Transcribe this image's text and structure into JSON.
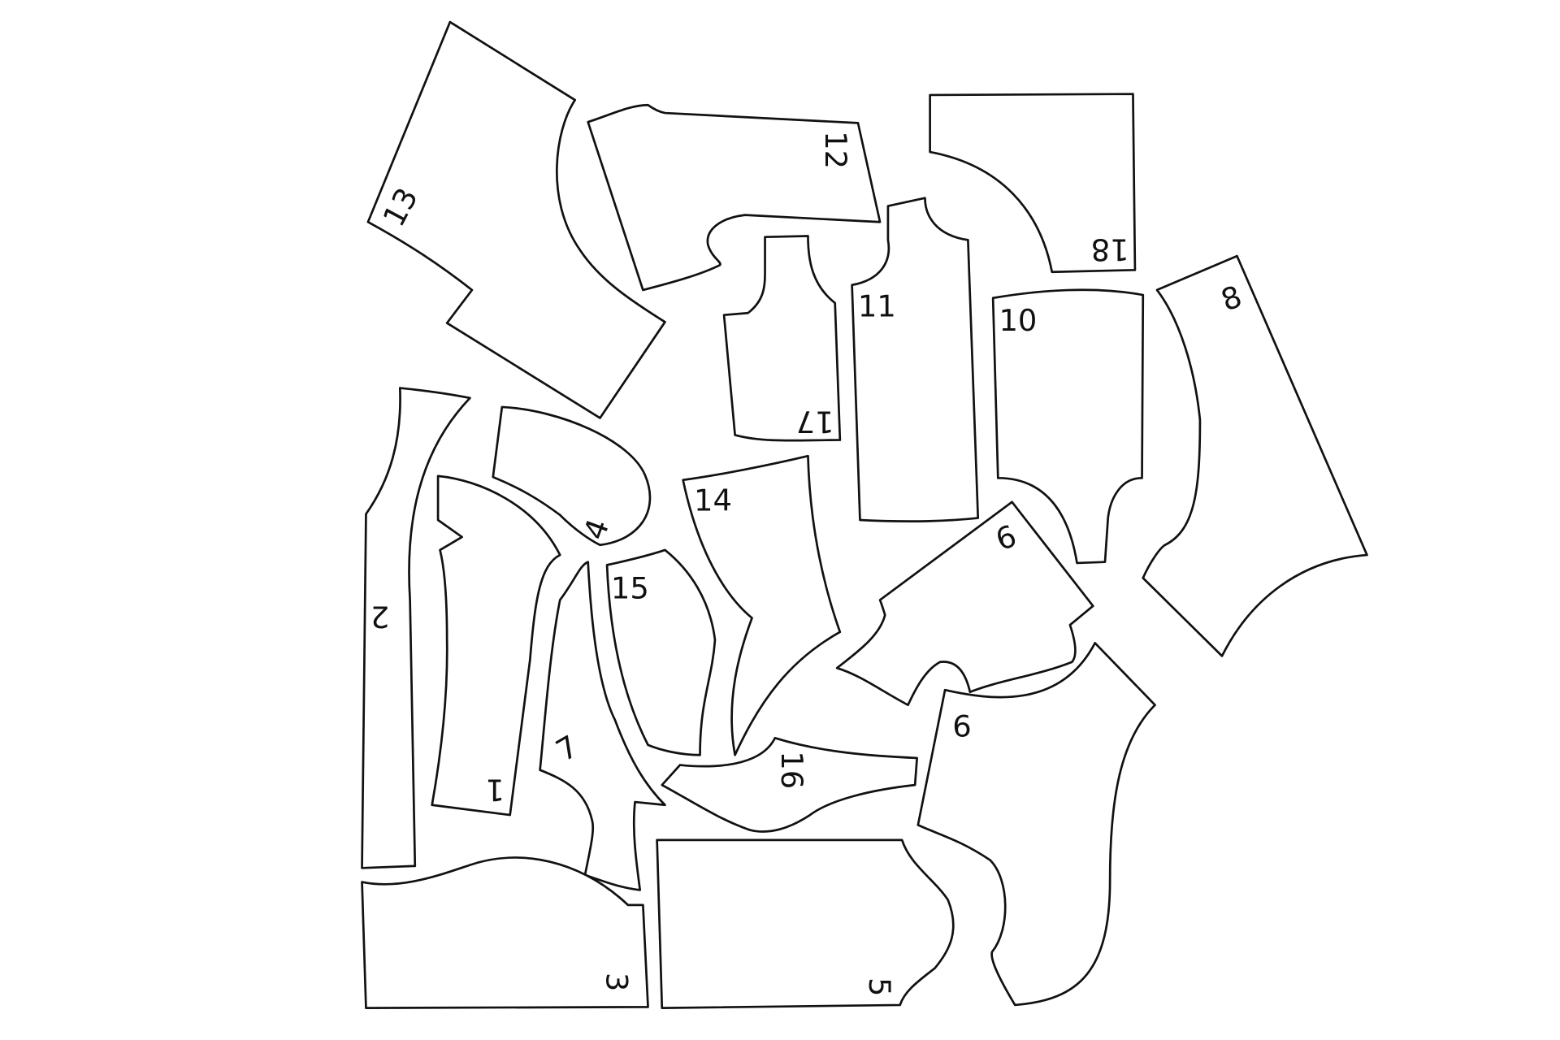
{
  "diagram": {
    "pieces": [
      {
        "id": "1",
        "label": "1"
      },
      {
        "id": "2",
        "label": "2"
      },
      {
        "id": "3",
        "label": "3"
      },
      {
        "id": "4",
        "label": "4"
      },
      {
        "id": "5",
        "label": "5"
      },
      {
        "id": "6",
        "label": "6"
      },
      {
        "id": "7",
        "label": "7"
      },
      {
        "id": "8",
        "label": "8"
      },
      {
        "id": "9",
        "label": "9"
      },
      {
        "id": "10",
        "label": "10"
      },
      {
        "id": "11",
        "label": "11"
      },
      {
        "id": "12",
        "label": "12"
      },
      {
        "id": "13",
        "label": "13"
      },
      {
        "id": "14",
        "label": "14"
      },
      {
        "id": "15",
        "label": "15"
      },
      {
        "id": "16",
        "label": "16"
      },
      {
        "id": "17",
        "label": "17"
      },
      {
        "id": "18",
        "label": "18"
      }
    ],
    "colors": {
      "stroke": "#111111",
      "background": "#ffffff"
    }
  }
}
